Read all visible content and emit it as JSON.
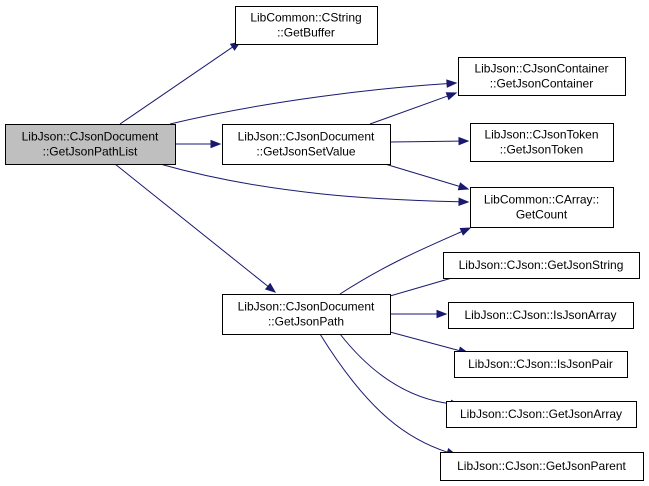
{
  "graph": {
    "edge_color": "#191970",
    "root_fill": "#bfbfbf",
    "nodes": [
      {
        "id": "root",
        "lines": [
          "LibJson::CJsonDocument",
          "::GetJsonPathList"
        ],
        "root": true
      },
      {
        "id": "cstring-getbuffer",
        "lines": [
          "LibCommon::CString",
          "::GetBuffer"
        ]
      },
      {
        "id": "cjsoncontainer-getjsoncontainer",
        "lines": [
          "LibJson::CJsonContainer",
          "::GetJsonContainer"
        ]
      },
      {
        "id": "cjsondocument-getjsonsetvalue",
        "lines": [
          "LibJson::CJsonDocument",
          "::GetJsonSetValue"
        ]
      },
      {
        "id": "cjsontoken-getjsontoken",
        "lines": [
          "LibJson::CJsonToken",
          "::GetJsonToken"
        ]
      },
      {
        "id": "carray-getcount",
        "lines": [
          "LibCommon::CArray::",
          "GetCount"
        ]
      },
      {
        "id": "cjsondocument-getjsonpath",
        "lines": [
          "LibJson::CJsonDocument",
          "::GetJsonPath"
        ]
      },
      {
        "id": "cjson-getjsonstring",
        "lines": [
          "LibJson::CJson::GetJsonString"
        ]
      },
      {
        "id": "cjson-isjsonarray",
        "lines": [
          "LibJson::CJson::IsJsonArray"
        ]
      },
      {
        "id": "cjson-isjsonpair",
        "lines": [
          "LibJson::CJson::IsJsonPair"
        ]
      },
      {
        "id": "cjson-getjsonarray",
        "lines": [
          "LibJson::CJson::GetJsonArray"
        ]
      },
      {
        "id": "cjson-getjsonparent",
        "lines": [
          "LibJson::CJson::GetJsonParent"
        ]
      }
    ],
    "edges": [
      {
        "from": "root",
        "to": "cstring-getbuffer"
      },
      {
        "from": "root",
        "to": "cjsoncontainer-getjsoncontainer"
      },
      {
        "from": "root",
        "to": "cjsondocument-getjsonsetvalue"
      },
      {
        "from": "root",
        "to": "carray-getcount"
      },
      {
        "from": "root",
        "to": "cjsondocument-getjsonpath"
      },
      {
        "from": "cjsondocument-getjsonsetvalue",
        "to": "cjsoncontainer-getjsoncontainer"
      },
      {
        "from": "cjsondocument-getjsonsetvalue",
        "to": "cjsontoken-getjsontoken"
      },
      {
        "from": "cjsondocument-getjsonsetvalue",
        "to": "carray-getcount"
      },
      {
        "from": "cjsondocument-getjsonpath",
        "to": "carray-getcount"
      },
      {
        "from": "cjsondocument-getjsonpath",
        "to": "cjson-getjsonstring"
      },
      {
        "from": "cjsondocument-getjsonpath",
        "to": "cjson-isjsonarray"
      },
      {
        "from": "cjsondocument-getjsonpath",
        "to": "cjson-isjsonpair"
      },
      {
        "from": "cjsondocument-getjsonpath",
        "to": "cjson-getjsonarray"
      },
      {
        "from": "cjsondocument-getjsonpath",
        "to": "cjson-getjsonparent"
      }
    ]
  }
}
